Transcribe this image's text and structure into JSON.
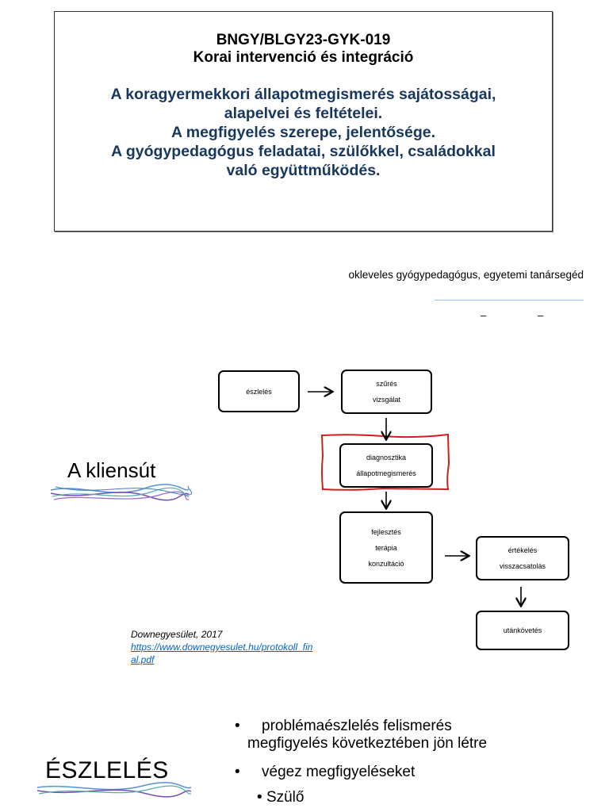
{
  "title_slide": {
    "course_code": "BNGY/BLGY23-GYK-019",
    "course_name": "Korai intervenció és integráció",
    "topics": [
      "A koragyermekkori állapotmegismerés sajátosságai,",
      "alapelvei és feltételei.",
      "A megfigyelés szerepe, jelentősége.",
      "A gyógypedagógus feladatai, szülőkkel, családokkal",
      "való együttműködés."
    ],
    "author_role": "okleveles gyógypedagógus, egyetemi tanársegéd",
    "dash_1": "–",
    "dash_2": "–"
  },
  "clientpath_slide": {
    "title": "A kliensút",
    "boxes": {
      "eszleles": [
        "észlelés"
      ],
      "szures": [
        "szűrés",
        "vizsgálat"
      ],
      "diagnosztika": [
        "diagnosztika",
        "állapotmegismerés"
      ],
      "fejlesztes": [
        "fejlesztés",
        "terápia",
        "konzultáció"
      ],
      "ertekeles": [
        "értékelés",
        "visszacsatolás"
      ],
      "utankovetes": [
        "utánkövetés"
      ]
    },
    "citation_source": "Downegyesület, 2017",
    "citation_link": "https://www.downegyesulet.hu/protokoll_final.pdf",
    "highlight_color": "#cc1f1f"
  },
  "eszleles_slide": {
    "title": "ÉSZLELÉS",
    "bullet_1_line_1": "problémaészlelés   felismerés",
    "bullet_1_line_2": "megfigyelés következtében jön létre",
    "bullet_2": "végez megfigyeléseket",
    "sub_bullet_1": "Szülő"
  }
}
